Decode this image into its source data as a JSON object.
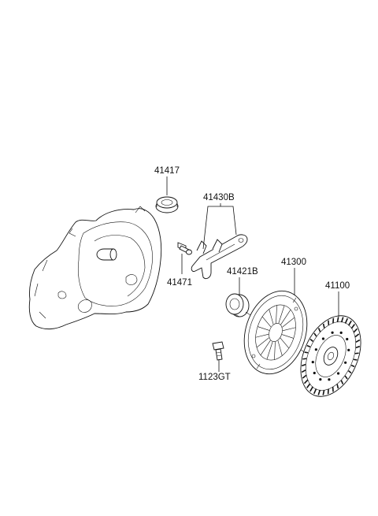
{
  "colors": {
    "line": "#111111",
    "background": "#ffffff"
  },
  "labels": {
    "bearing_sleeve": "41417",
    "fork_assembly": "41430B",
    "pivot_bolt": "41471",
    "release_bearing": "41421B",
    "pressure_plate": "41300",
    "clutch_disc": "41100",
    "bolt": "1123GT"
  }
}
